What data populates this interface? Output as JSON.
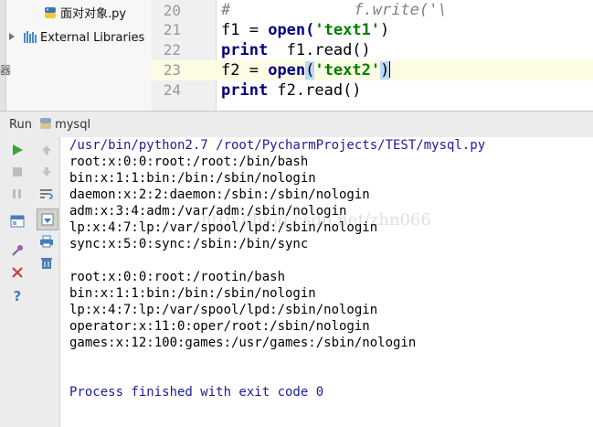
{
  "project_tree": {
    "file_name": "面对对象.py",
    "external_libraries": "External Libraries",
    "edge_glyph": "器"
  },
  "editor": {
    "lines": [
      {
        "num": "20",
        "comment_hash": "#",
        "comment_rest": "f.write('\\"
      },
      {
        "num": "21",
        "var": "f1",
        "eq": " = ",
        "fn": "open(",
        "str": "'text1'",
        "close": ")"
      },
      {
        "num": "22",
        "kw": "print",
        "rest": "  f1.read()"
      },
      {
        "num": "23",
        "var": "f2",
        "eq": " = ",
        "fn": "open",
        "lparen": "(",
        "str": "'text2'",
        "rparen": ")"
      },
      {
        "num": "24",
        "kw": "print",
        "rest": " f2.read()"
      }
    ]
  },
  "run_panel": {
    "label": "Run",
    "config_name": "mysql"
  },
  "console": {
    "command": "/usr/bin/python2.7 /root/PycharmProjects/TEST/mysql.py",
    "block1": [
      "root:x:0:0:root:/root:/bin/bash",
      "bin:x:1:1:bin:/bin:/sbin/nologin",
      "daemon:x:2:2:daemon:/sbin:/sbin/nologin",
      "adm:x:3:4:adm:/var/adm:/sbin/nologin",
      "lp:x:4:7:lp:/var/spool/lpd:/sbin/nologin",
      "sync:x:5:0:sync:/sbin:/bin/sync"
    ],
    "block2": [
      "root:x:0:0:root:/rootin/bash",
      "bin:x:1:1:bin:/bin:/sbin/nologin",
      "lp:x:4:7:lp:/var/spool/lpd:/sbin/nologin",
      "operator:x:11:0:oper/root:/sbin/nologin",
      "games:x:12:100:games:/usr/games:/sbin/nologin"
    ],
    "exit_message": "Process finished with exit code 0",
    "watermark": "http://blog.csdn.net/zhn066"
  },
  "colors": {
    "keyword": "#000080",
    "string": "#008000",
    "console_blue": "#1c1c9c",
    "run_green": "#3aa63a",
    "stop_red": "#d43a3a"
  }
}
